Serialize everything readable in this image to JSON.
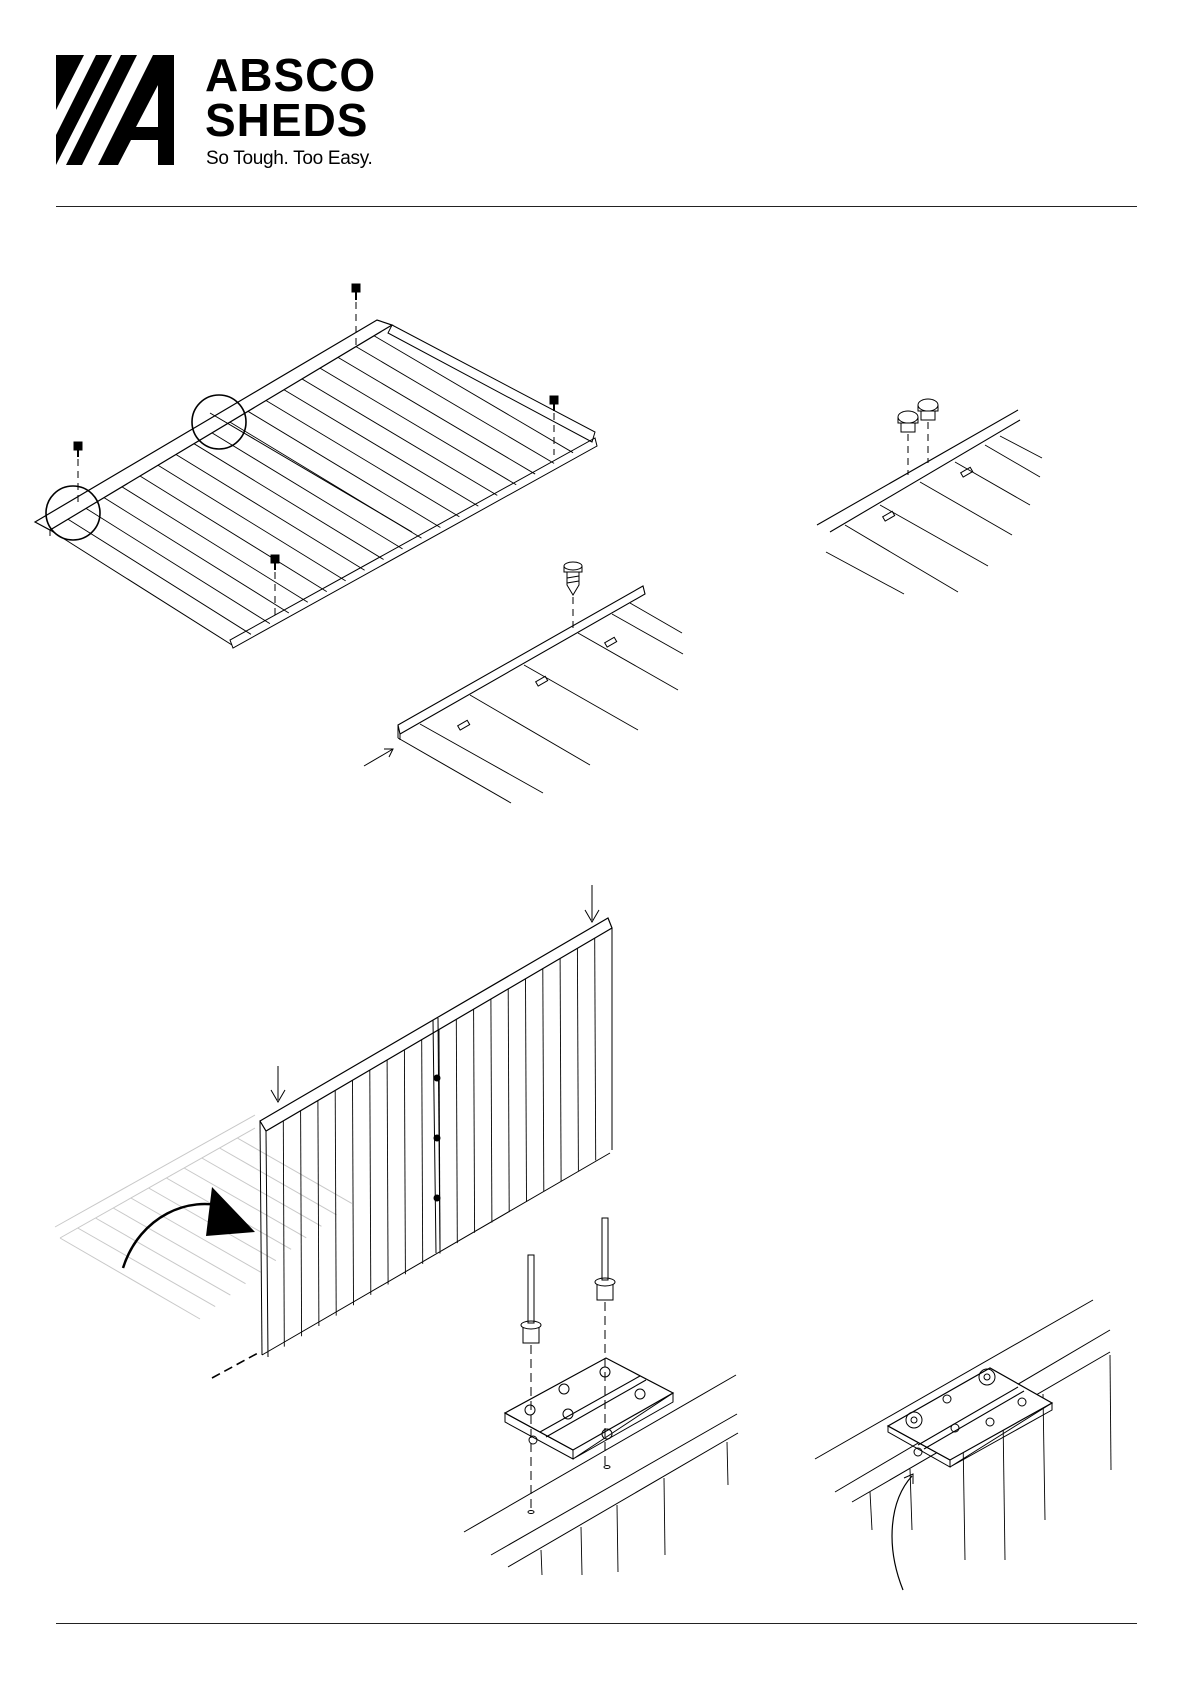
{
  "header": {
    "brand_line_1": "ABSCO",
    "brand_line_2": "SHEDS",
    "tagline": "So Tough. Too Easy."
  },
  "colors": {
    "ink": "#000000",
    "ghost": "#c8c8c8",
    "rule": "#222222"
  },
  "illustrations": [
    {
      "name": "panel-assembly-flat-with-screws",
      "icon": "assembly-diagram"
    },
    {
      "name": "detail-end-cap-screw",
      "icon": "detail-diagram"
    },
    {
      "name": "detail-twin-screws",
      "icon": "detail-diagram"
    },
    {
      "name": "panel-rotated-upright",
      "icon": "rotate-arrow"
    },
    {
      "name": "hinge-rivet-exploded",
      "icon": "hinge-diagram"
    },
    {
      "name": "hinge-fitted",
      "icon": "hinge-diagram"
    }
  ]
}
